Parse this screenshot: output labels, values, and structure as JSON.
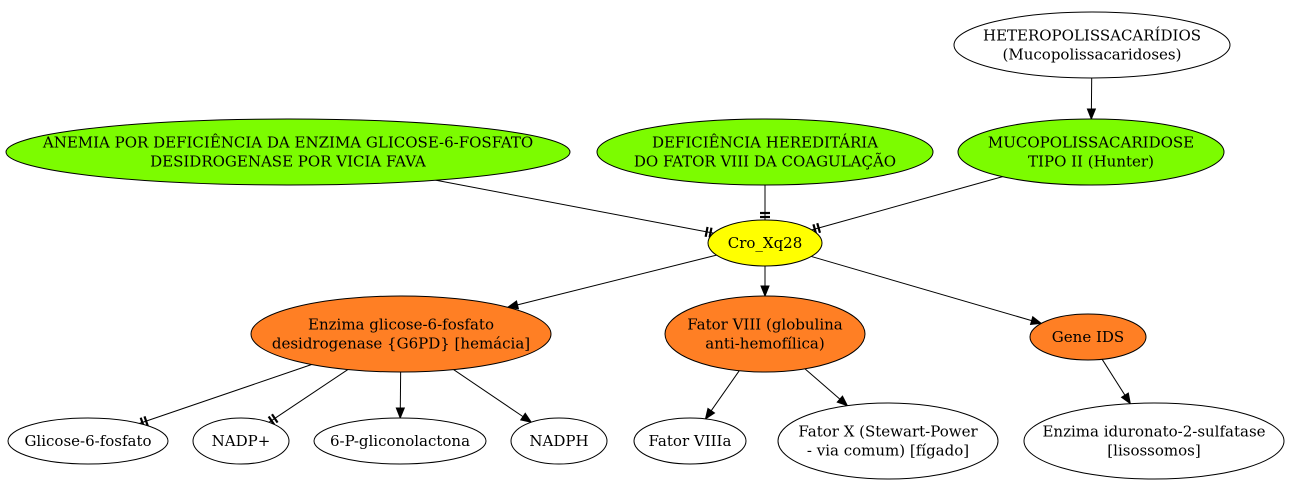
{
  "colors": {
    "disease": "#7cfc00",
    "center": "#ffff00",
    "gene": "#ff7f24",
    "product": "#ffffff",
    "line": "#000000"
  },
  "nodes": [
    {
      "id": "hetero",
      "lines": [
        "HETEROPOLISSACARÍDIOS",
        "(Mucopolissacaridoses)"
      ],
      "kind": "product"
    },
    {
      "id": "anemia",
      "lines": [
        "ANEMIA POR DEFICIÊNCIA DA ENZIMA GLICOSE-6-FOSFATO",
        "DESIDROGENASE POR VICIA FAVA"
      ],
      "kind": "disease"
    },
    {
      "id": "hemofilia",
      "lines": [
        "DEFICIÊNCIA HEREDITÁRIA",
        "DO FATOR VIII DA COAGULAÇÃO"
      ],
      "kind": "disease"
    },
    {
      "id": "hunter",
      "lines": [
        "MUCOPOLISSACARIDOSE",
        "TIPO II (Hunter)"
      ],
      "kind": "disease"
    },
    {
      "id": "cro",
      "lines": [
        "Cro_Xq28"
      ],
      "kind": "center"
    },
    {
      "id": "g6pd",
      "lines": [
        "Enzima glicose-6-fosfato",
        "desidrogenase {G6PD} [hemácia]"
      ],
      "kind": "gene"
    },
    {
      "id": "f8",
      "lines": [
        "Fator VIII (globulina",
        "anti-hemofílica)"
      ],
      "kind": "gene"
    },
    {
      "id": "ids",
      "lines": [
        "Gene IDS"
      ],
      "kind": "gene"
    },
    {
      "id": "g6p",
      "lines": [
        "Glicose-6-fosfato"
      ],
      "kind": "product"
    },
    {
      "id": "nadp",
      "lines": [
        "NADP+"
      ],
      "kind": "product"
    },
    {
      "id": "gluco",
      "lines": [
        "6-P-gliconolactona"
      ],
      "kind": "product"
    },
    {
      "id": "nadph",
      "lines": [
        "NADPH"
      ],
      "kind": "product"
    },
    {
      "id": "f8a",
      "lines": [
        "Fator VIIIa"
      ],
      "kind": "product"
    },
    {
      "id": "fx",
      "lines": [
        "Fator X (Stewart-Power",
        "- via comum) [fígado]"
      ],
      "kind": "product"
    },
    {
      "id": "i2s",
      "lines": [
        "Enzima iduronato-2-sulfatase",
        "[lisossomos]"
      ],
      "kind": "product"
    }
  ],
  "edges": [
    {
      "from": "hetero",
      "to": "hunter",
      "head": "arrow"
    },
    {
      "from": "anemia",
      "to": "cro",
      "head": "tee"
    },
    {
      "from": "hemofilia",
      "to": "cro",
      "head": "tee"
    },
    {
      "from": "hunter",
      "to": "cro",
      "head": "tee"
    },
    {
      "from": "cro",
      "to": "g6pd",
      "head": "arrow"
    },
    {
      "from": "cro",
      "to": "f8",
      "head": "arrow"
    },
    {
      "from": "cro",
      "to": "ids",
      "head": "arrow"
    },
    {
      "from": "g6pd",
      "to": "g6p",
      "head": "tee"
    },
    {
      "from": "g6pd",
      "to": "nadp",
      "head": "tee"
    },
    {
      "from": "g6pd",
      "to": "gluco",
      "head": "arrow"
    },
    {
      "from": "g6pd",
      "to": "nadph",
      "head": "arrow"
    },
    {
      "from": "f8",
      "to": "f8a",
      "head": "arrow"
    },
    {
      "from": "f8",
      "to": "fx",
      "head": "arrow"
    },
    {
      "from": "ids",
      "to": "i2s",
      "head": "arrow"
    }
  ]
}
